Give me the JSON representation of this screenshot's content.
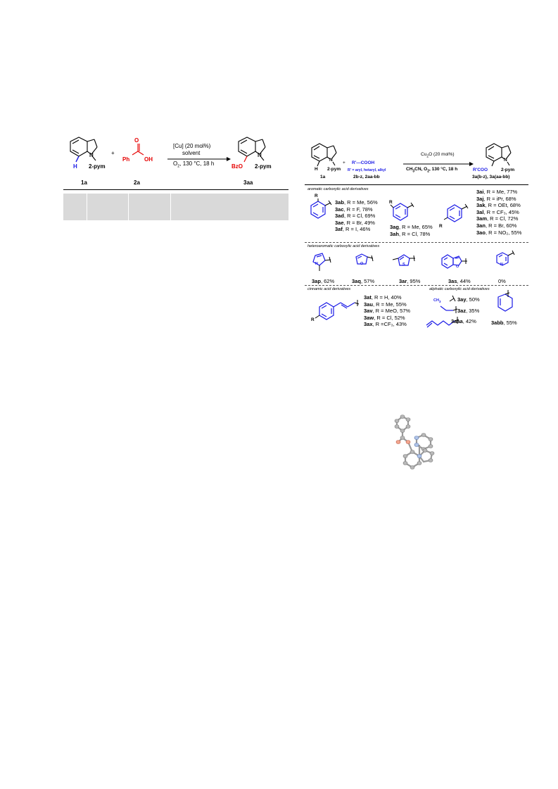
{
  "scheme_left": {
    "reagent_top_1": "[Cu] (20 mol%)",
    "reagent_top_2": "solvent",
    "reagent_bottom": "O",
    "reagent_bottom_sub": "2",
    "reagent_bottom_rest": ", 130 °C, 18 h",
    "plus": "+",
    "label_1a": "1a",
    "label_2a": "2a",
    "label_3aa": "3aa",
    "h_label": "H",
    "n_label": "N",
    "pym_label": "2-pym",
    "ph_label": "Ph",
    "o_label": "O",
    "oh_label": "OH",
    "bzo_label": "BzO"
  },
  "scheme_right": {
    "reagent_top": "Cu",
    "reagent_top_sub": "2",
    "reagent_top_rest": "O (20 mol%)",
    "reagent_bottom_1": "CH",
    "reagent_bottom_sub1": "3",
    "reagent_bottom_2": "CN, O",
    "reagent_bottom_sub2": "2",
    "reagent_bottom_3": ", 130 °C, 18 h",
    "plus": "+",
    "acid": "R'—COOH",
    "acid_desc": "R' = aryl, hetaryl, alkyl",
    "label_1a": "1a",
    "label_2": "2b-z, 2aa-bb",
    "label_3": "3a(b-z), 3a(aa-bb)",
    "h_label": "H",
    "n_label": "N",
    "pym_label": "2-pym",
    "rcoo_label": "R'COO",
    "sec_aromatic": "aromatic carboxylic acid derivatives",
    "sec_hetero": "heteroaromatic carboxylic acid derivatives",
    "sec_cinnamic": "cinnamic acid derivatives",
    "sec_aliphatic": "aliphatic carboxylic acid derivatives",
    "r_label": "R",
    "n_atom": "N",
    "o_atom": "O",
    "s_atom": "S",
    "ch3_label": "CH",
    "ch3_sub": "3"
  },
  "entries": {
    "ortho": [
      {
        "id": "3ab",
        "text": ", R = Me, 56%"
      },
      {
        "id": "3ac",
        "text": ", R = F, 78%"
      },
      {
        "id": "3ad",
        "text": ", R = Cl, 69%"
      },
      {
        "id": "3ae",
        "text": ", R = Br, 49%"
      },
      {
        "id": "3af",
        "text": ", R = I, 46%"
      }
    ],
    "meta": [
      {
        "id": "3ag",
        "text": ", R = Me, 65%"
      },
      {
        "id": "3ah",
        "text": ", R = Cl, 78%"
      }
    ],
    "para": [
      {
        "id": "3ai",
        "text": ", R = Me, 77%"
      },
      {
        "id": "3aj",
        "text": ", R = iPr, 68%"
      },
      {
        "id": "3ak",
        "text": ", R = OEt, 68%"
      },
      {
        "id": "3al",
        "text": ", R = CF₃, 45%"
      },
      {
        "id": "3am",
        "text": ", R = Cl, 72%"
      },
      {
        "id": "3an",
        "text": ", R = Br, 60%"
      },
      {
        "id": "3ao",
        "text": ", R = NO₂, 55%"
      }
    ],
    "hetero": [
      {
        "id": "3ap",
        "text": ", 62%"
      },
      {
        "id": "3aq",
        "text": ", 57%"
      },
      {
        "id": "3ar",
        "text": ", 95%"
      },
      {
        "id": "3as",
        "text": ", 44%"
      },
      {
        "id": "",
        "text": "0%"
      }
    ],
    "cinnamic": [
      {
        "id": "3at",
        "text": ", R = H, 40%"
      },
      {
        "id": "3au",
        "text": ", R = Me, 55%"
      },
      {
        "id": "3av",
        "text": ", R = MeO, 57%"
      },
      {
        "id": "3aw",
        "text": ", R = Cl, 52%"
      },
      {
        "id": "3ax",
        "text": ", R =CF₃, 43%"
      }
    ],
    "aliphatic": [
      {
        "id": "3ay",
        "text": ", 50%"
      },
      {
        "id": "3az",
        "text": ", 35%"
      },
      {
        "id": "3aaa",
        "text": ", 42%"
      },
      {
        "id": "3abb",
        "text": ", 55%"
      }
    ]
  }
}
